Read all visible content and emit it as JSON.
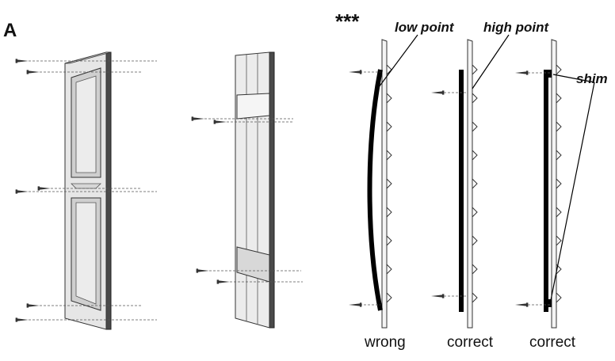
{
  "panel_letter": "A",
  "stars": "***",
  "labels": {
    "low_point": "low point",
    "high_point": "high point",
    "shim": "shim"
  },
  "captions": {
    "wrong": "wrong",
    "correct_1": "correct",
    "correct_2": "correct"
  }
}
